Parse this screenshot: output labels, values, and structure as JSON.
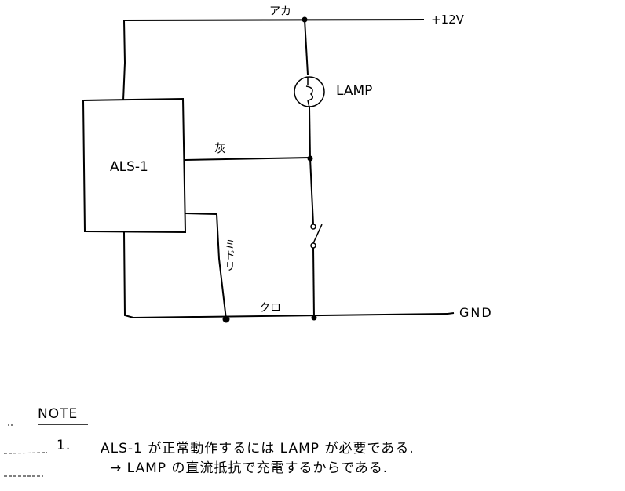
{
  "diagram": {
    "module_label": "ALS-1",
    "supply_label": "+12V",
    "ground_label": "GND",
    "lamp_label": "LAMP",
    "wires": {
      "red": "アカ",
      "gray": "灰",
      "green": "ミドリ",
      "black": "クロ"
    }
  },
  "note": {
    "heading": "NOTE",
    "item_number": "1.",
    "line1": "ALS-1 が正常動作するには LAMP が必要である.",
    "line2": "→ LAMP の直流抵抗で充電するからである."
  }
}
